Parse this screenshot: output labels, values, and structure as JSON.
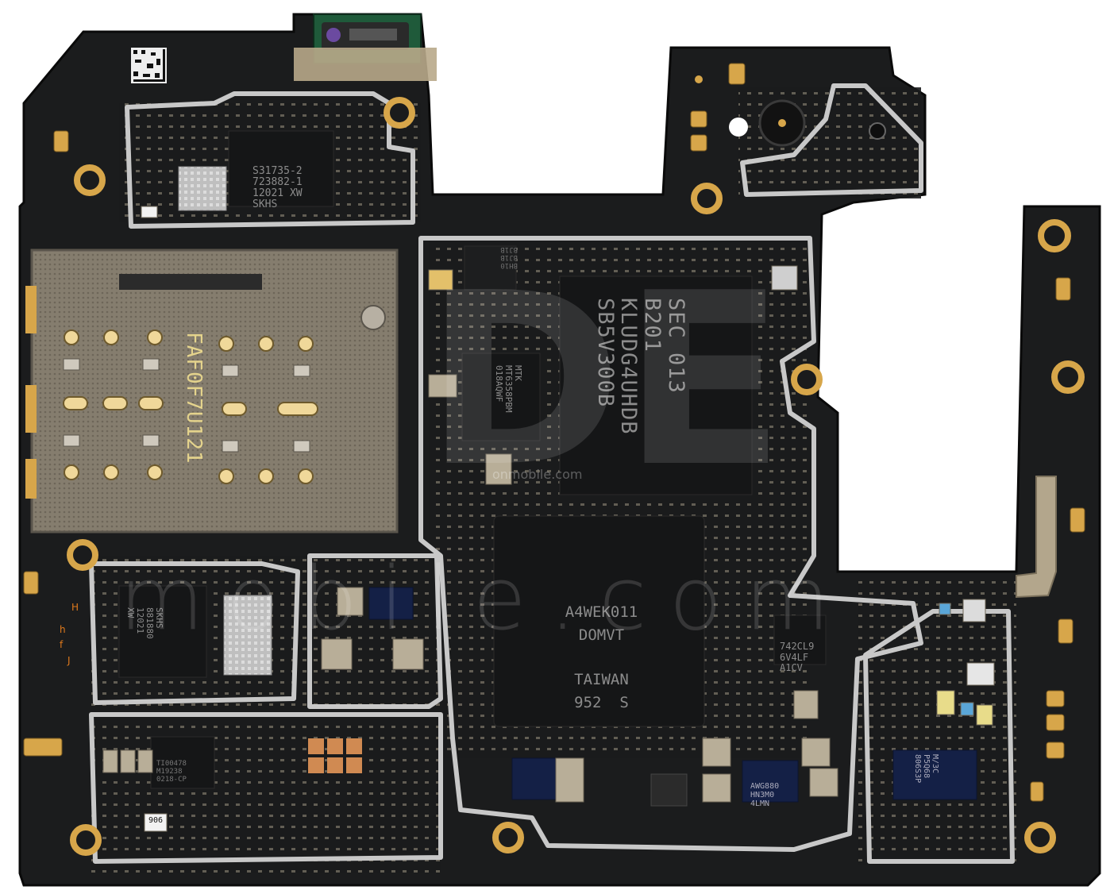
{
  "colors": {
    "pcb": "#1a1b1c",
    "pcb_edge": "#0d0d0e",
    "shield": "#c9c9c9",
    "gold": "#d7a64a",
    "chip": "#151617",
    "chip_text": "#8e8e8e",
    "silk_orange": "#e07a1c",
    "sim_tray": "#8a8172"
  },
  "chips": {
    "pmic": {
      "lines": [
        "S31735-2",
        "723882-1",
        "12021 XW",
        "SKHS"
      ]
    },
    "pmic_small": {
      "lines": [
        "BH10",
        "BJ1B",
        "BJ1B"
      ]
    },
    "mtk": {
      "lines": [
        "MTK",
        "MT6358PBM",
        "018AQWF"
      ]
    },
    "flash": {
      "lines": [
        "SEC 013",
        "B201",
        "KLUDG4UHDB",
        "SB5V300B"
      ]
    },
    "soc": {
      "lines": [
        "A4WEK011",
        "DOMVT",
        "TAIWAN",
        "952  S"
      ]
    },
    "rf": {
      "lines": [
        "SKHS",
        "881880",
        "12021",
        "XW"
      ]
    },
    "sm": {
      "lines": [
        "742CL9",
        "6V4LF",
        "A1CV"
      ]
    },
    "pa_left": {
      "lines": [
        "TI00478",
        "M19238",
        "0218-CP"
      ]
    },
    "pa_mid": {
      "lines": [
        "AWG880",
        "HN3M0",
        "4LMN"
      ]
    },
    "pa_right": {
      "lines": [
        "M/3C",
        "P5Q68",
        "806S3P"
      ]
    },
    "tag": {
      "lines": [
        "906"
      ]
    },
    "sim_text": "FAF0F7U121",
    "silk_letters": [
      "H",
      "h",
      "f",
      "J"
    ]
  },
  "watermark": {
    "main": "mobile.com",
    "small": "onmobile.com",
    "logo": "DE"
  }
}
